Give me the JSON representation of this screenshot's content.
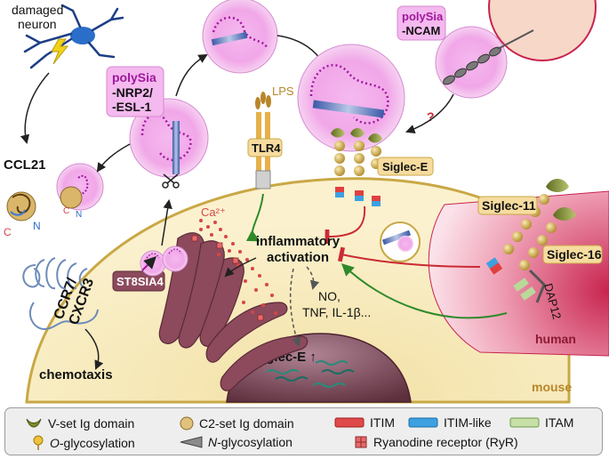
{
  "labels": {
    "damaged_neuron": "damaged\nneuron",
    "ccl21": "CCL21",
    "c": "C",
    "n": "N",
    "ccr7_cxcr3": "CCR7/\nCXCR3",
    "chemotaxis": "chemotaxis",
    "polysia_nrp2": {
      "top": "polySia",
      "line2": "-NRP2/",
      "line3": "-ESL-1"
    },
    "polysia_ncam": {
      "top": "polySia",
      "line2": "-NCAM"
    },
    "lps": "LPS",
    "tlr4": "TLR4",
    "siglec_e_receptor": "Siglec-E",
    "question": "?",
    "ca2": "Ca²⁺",
    "st8sia4": "ST8SIA4",
    "inflammatory": "inflammatory\nactivation",
    "mediators": "NO,\nTNF, IL-1β...",
    "siglec_e_up": "Siglec-E ↑",
    "siglec_11": "Siglec-11",
    "siglec_16": "Siglec-16",
    "dap12": "DAP12",
    "human": "human",
    "mouse": "mouse"
  },
  "legend": [
    {
      "label": "V-set Ig domain"
    },
    {
      "label": "C2-set Ig domain"
    },
    {
      "label": "ITIM"
    },
    {
      "label": "ITIM-like"
    },
    {
      "label": "ITAM"
    },
    {
      "label_italic": "O",
      "label_rest": "-glycosylation"
    },
    {
      "label_italic": "N",
      "label_rest": "-glycosylation"
    },
    {
      "label": "Ryanodine receptor (RyR)"
    }
  ],
  "colors": {
    "polysia": "#a0189e",
    "cell": "#f8eab9",
    "cell_edge": "#c9a845",
    "human_cell": "#c8244f",
    "golgi": "#7b3b4b",
    "activation_arrow": "#2f8a2a",
    "inhibition_arrow": "#cc2b35",
    "box_fill": "#f6dc9f",
    "polysia_box": "#f4b9ee"
  }
}
